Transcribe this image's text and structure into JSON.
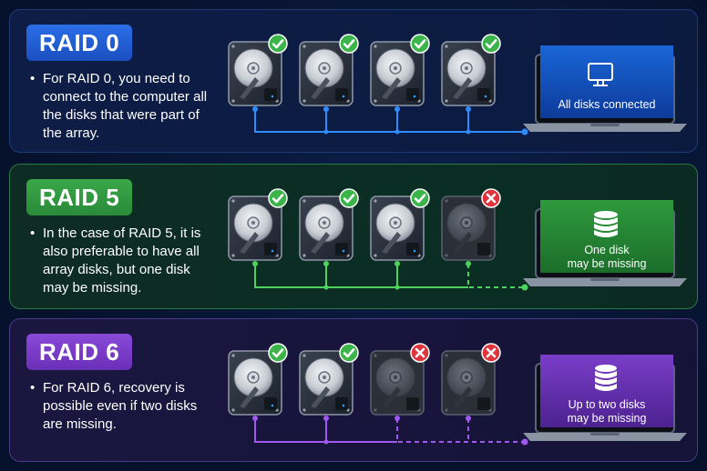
{
  "bullet": "•",
  "raid0": {
    "title": "RAID 0",
    "text": "For RAID 0, you need to connect to the computer all the disks that were part of the array.",
    "screen": "All disks connected",
    "disks": [
      "connected",
      "connected",
      "connected",
      "connected"
    ],
    "accent": "#2f8cff"
  },
  "raid5": {
    "title": "RAID 5",
    "text": "In the case of RAID 5, it is also preferable to have all array disks, but one disk may be missing.",
    "screen_line1": "One disk",
    "screen_line2": "may be missing",
    "disks": [
      "connected",
      "connected",
      "connected",
      "missing"
    ],
    "accent": "#4ed25e"
  },
  "raid6": {
    "title": "RAID 6",
    "text": "For RAID 6, recovery is possible even if two disks are missing.",
    "screen_line1": "Up to two disks",
    "screen_line2": "may be missing",
    "disks": [
      "connected",
      "connected",
      "missing",
      "missing"
    ],
    "accent": "#a058f0"
  },
  "icons": {
    "ok": "check-icon",
    "failed": "cross-icon",
    "raid0_screen": "monitor-icon",
    "raid5_screen": "database-icon",
    "raid6_screen": "database-icon"
  }
}
